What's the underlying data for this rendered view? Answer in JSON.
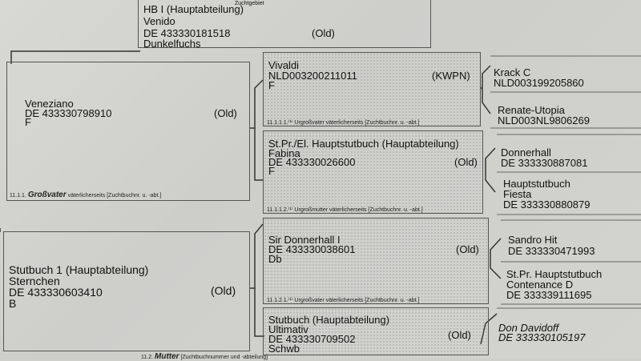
{
  "top_horse": {
    "book": "HB I (Hauptabteilung)",
    "name": "Venido",
    "reg": "DE 433330181518",
    "breed": "(Old)",
    "color": "Dunkelfuchs",
    "clipped_top": "Zuchtgebiet"
  },
  "grandsire": {
    "name": "Veneziano",
    "reg": "DE 433330798910",
    "breed": "(Old)",
    "color": "F",
    "caption_num": "11.1.1.",
    "caption_title": "Großvater",
    "caption_rest": "väterlicherseits [Zuchtbuchnr. u. -abt.]"
  },
  "dam": {
    "book": "Stutbuch 1 (Hauptabteilung)",
    "name": "Sternchen",
    "reg": "DE 433330603410",
    "breed": "(Old)",
    "color": "B",
    "caption_num": "11.2.",
    "caption_title": "Mutter",
    "caption_rest": "[Zuchtbuchnummer und -abteilung]"
  },
  "gg1": {
    "name": "Vivaldi",
    "reg": "NLD003200211011",
    "breed": "(KWPN)",
    "color": "F",
    "caption": "11.1.1.1.⁽¹⁾ Urgroßvater väterlicherseits [Zuchtbuchnr. u. -abt.]"
  },
  "gg2": {
    "book": "St.Pr./El.  Hauptstutbuch (Hauptabteilung)",
    "name": "Fabina",
    "reg": "DE 433330026600",
    "breed": "(Old)",
    "color": "F",
    "caption": "11.1.1.2.⁽¹⁾ Urgroßmutter väterlicherseits [Zuchtbuchnr. u. -abt.]"
  },
  "gg3": {
    "book": "Sir Donnerhall I",
    "reg": "DE 433330038601",
    "breed": "(Old)",
    "color": "Db",
    "caption": "11.1.2.1.⁽¹⁾ Urgroßvater väterlicherseits [Zuchtbuchnr. u. -abt.]"
  },
  "gg4": {
    "book": "Stutbuch (Hauptabteilung)",
    "name": "Ultimativ",
    "reg": "DE 433330709502",
    "breed": "(Old)",
    "color": "Schwb"
  },
  "ggg": [
    {
      "name": "Krack C",
      "reg": "NLD003199205860"
    },
    {
      "name": "Renate-Utopia",
      "reg": "NLD003NL9806269"
    },
    {
      "name": "Donnerhall",
      "reg": "DE 333330887081"
    },
    {
      "book": "Hauptstutbuch",
      "name": "Fiesta",
      "reg": "DE 333330880879"
    },
    {
      "name": "Sandro Hit",
      "reg": "DE 333330471993"
    },
    {
      "book": "St.Pr.  Hauptstutbuch",
      "name": "Contenance D",
      "reg": "DE 333339111695"
    },
    {
      "name": "Don Davidoff",
      "reg": "DE 333330105197"
    }
  ]
}
